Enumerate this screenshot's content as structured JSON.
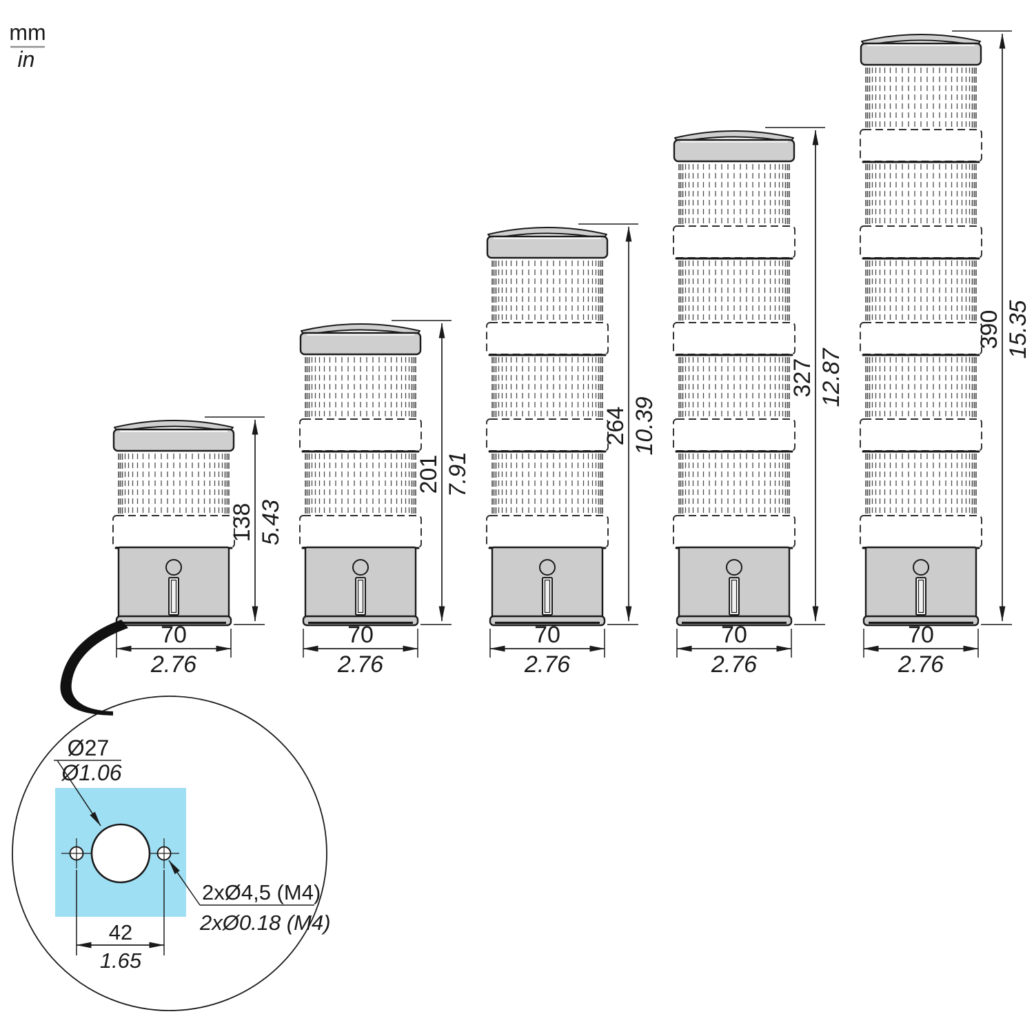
{
  "legend": {
    "mm": "mm",
    "in": "in"
  },
  "towers": [
    {
      "tiers": 1,
      "height_mm": "138",
      "height_in": "5.43",
      "width_mm": "70",
      "width_in": "2.76"
    },
    {
      "tiers": 2,
      "height_mm": "201",
      "height_in": "7.91",
      "width_mm": "70",
      "width_in": "2.76"
    },
    {
      "tiers": 3,
      "height_mm": "264",
      "height_in": "10.39",
      "width_mm": "70",
      "width_in": "2.76"
    },
    {
      "tiers": 4,
      "height_mm": "327",
      "height_in": "12.87",
      "width_mm": "70",
      "width_in": "2.76"
    },
    {
      "tiers": 5,
      "height_mm": "390",
      "height_in": "15.35",
      "width_mm": "70",
      "width_in": "2.76"
    }
  ],
  "mounting_detail": {
    "center_hole_mm": "Ø27",
    "center_hole_in": "Ø1.06",
    "screw_holes_mm": "2xØ4,5 (M4)",
    "screw_holes_in": "2xØ0.18 (M4)",
    "hole_spacing_mm": "42",
    "hole_spacing_in": "1.65"
  },
  "colors": {
    "panel_fill": "#9fdff4",
    "accent_text": "#29abdf",
    "line": "#1a1a1a",
    "body_gray": "#cccccc"
  }
}
